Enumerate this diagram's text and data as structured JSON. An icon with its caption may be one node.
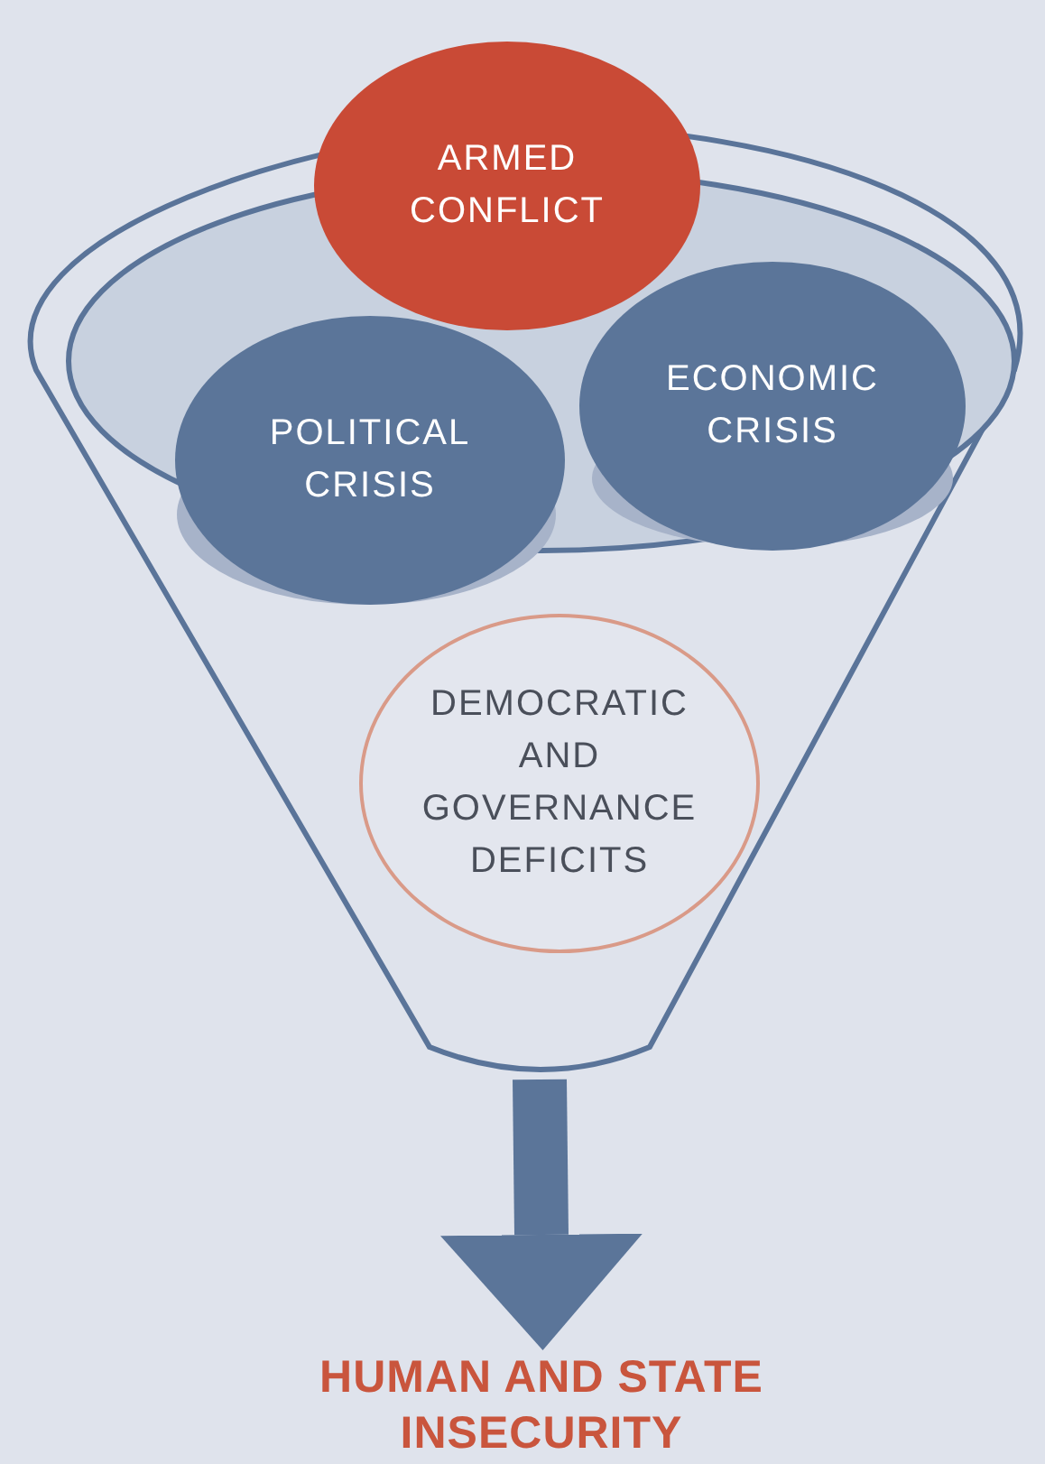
{
  "diagram": {
    "nodes": [
      {
        "text": [],
        "shape": "funnel"
      },
      {
        "text": [
          "ARMED CONFLICT"
        ]
      },
      {
        "text": [
          "POLITICAL CRISIS"
        ],
        "in": 0
      },
      {
        "text": [
          "ECONOMIC CRISIS"
        ],
        "in": 0
      },
      {
        "text": [
          "DEMOCRATIC AND GOVERNANCE DEFICITS"
        ],
        "in": 0
      },
      {
        "text": [
          "HUMAN AND STATE INSECURITY"
        ]
      }
    ],
    "edges": [
      {
        "from": 0,
        "to": 5,
        "arrow": "to"
      }
    ]
  }
}
